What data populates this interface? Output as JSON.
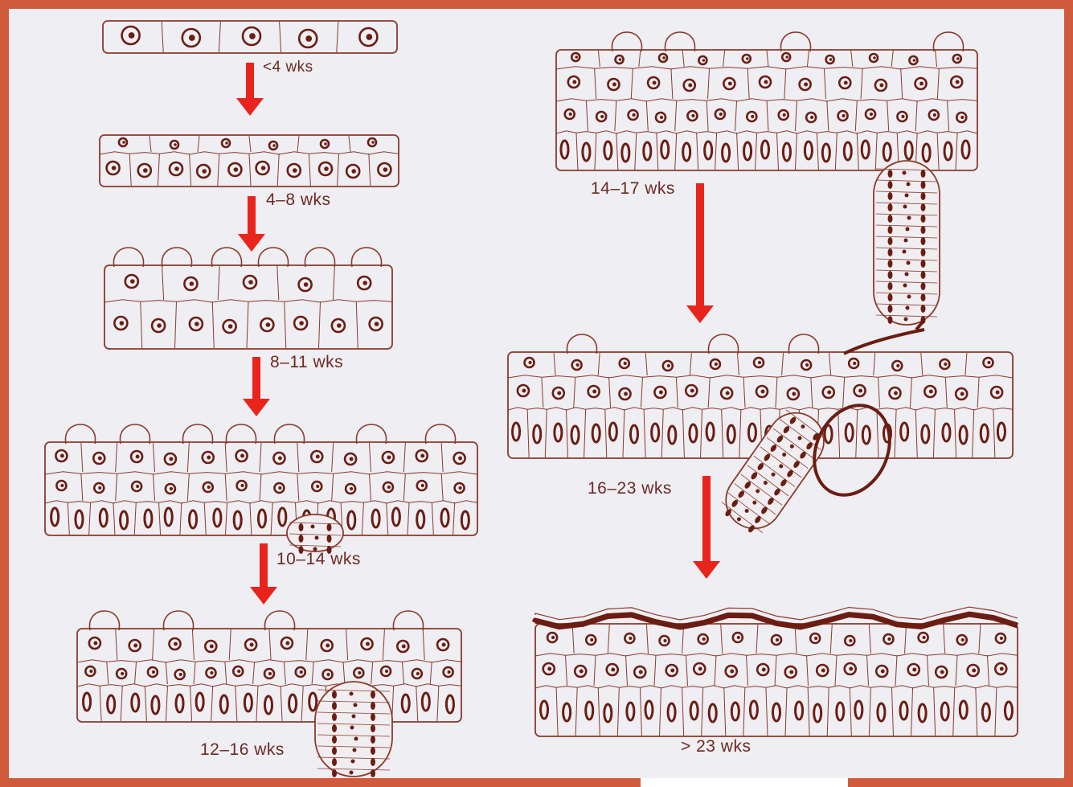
{
  "diagram": {
    "stages": [
      {
        "id": "s1",
        "label": "<4 wks"
      },
      {
        "id": "s2",
        "label": "4–8 wks"
      },
      {
        "id": "s3",
        "label": "8–11 wks"
      },
      {
        "id": "s4",
        "label": "10–14 wks"
      },
      {
        "id": "s5",
        "label": "12–16 wks"
      },
      {
        "id": "s6",
        "label": "14–17 wks"
      },
      {
        "id": "s7",
        "label": "16–23 wks"
      },
      {
        "id": "s8",
        "label": "> 23 wks"
      }
    ]
  },
  "colors": {
    "frame": "#d25a3c",
    "background": "#eeeef3",
    "ink": "#8a3a2a",
    "nucleus": "#6b1d12",
    "arrow": "#e8241c"
  }
}
